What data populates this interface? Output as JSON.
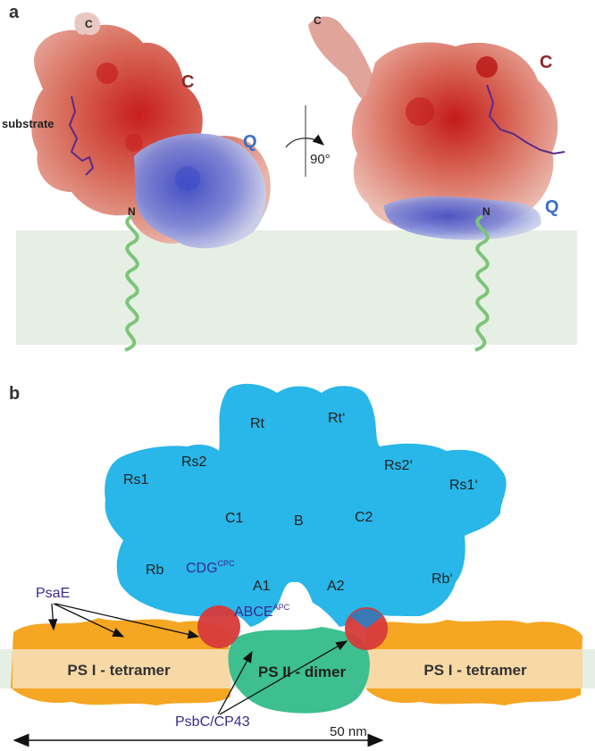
{
  "panel_a": {
    "label": "a",
    "left": {
      "c_term": "C",
      "domain_c": "C",
      "domain_q": "Q",
      "n_term": "N",
      "substrate": "substrate"
    },
    "rotation": "90°",
    "right": {
      "c_term": "C",
      "domain_c": "C",
      "domain_q": "Q",
      "n_term": "N"
    }
  },
  "panel_b": {
    "label": "b",
    "phycobilisome_labels": [
      "Rt",
      "Rt‘",
      "Rs2",
      "Rs2‘",
      "Rs1",
      "Rs1‘",
      "C1",
      "B",
      "C2",
      "Rb",
      "Rb‘",
      "A1",
      "A2"
    ],
    "cdg_main": "CDG",
    "cdg_sup": "CPC",
    "abce_main": "ABCE",
    "abce_sup": "APC",
    "psae": "PsaE",
    "psbc": "PsbC/CP43",
    "ps1_left": "PS I - tetramer",
    "ps2": "PS II - dimer",
    "ps1_right": "PS I - tetramer",
    "scale": "50 nm"
  },
  "colors": {
    "membrane": "#e8f0e6",
    "phycobilisome": "#29b6e8",
    "ps1": "#f5a623",
    "ps1_band": "#f7d9a6",
    "ps2": "#3dbf8f",
    "protein_red": "#d04545",
    "protein_blue": "#5b6ed6",
    "label_dark_red": "#8b2a2a",
    "label_blue": "#3a6fc4",
    "label_purple": "#3b2a8e"
  }
}
